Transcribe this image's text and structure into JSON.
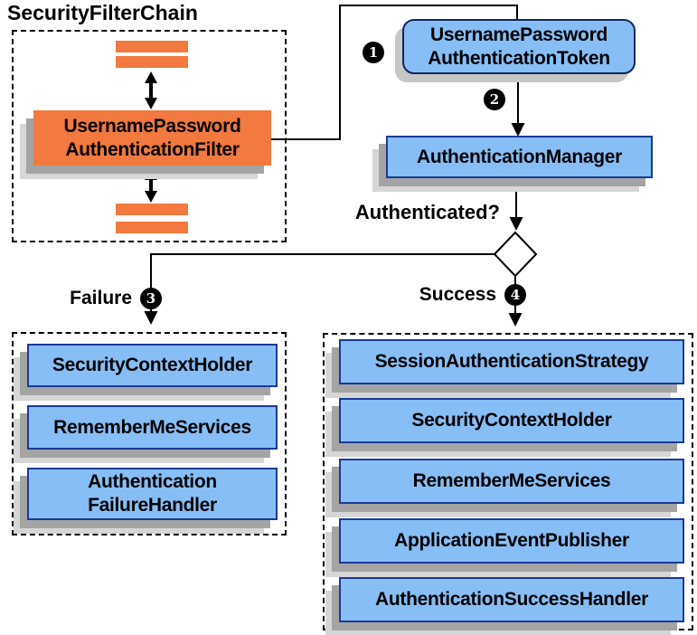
{
  "diagram": {
    "title": "SecurityFilterChain",
    "nodes": {
      "filter": {
        "label": "UsernamePassword AuthenticationFilter"
      },
      "token": {
        "label": "UsernamePassword AuthenticationToken"
      },
      "manager": {
        "label": "AuthenticationManager"
      }
    },
    "decision": {
      "label": "Authenticated?"
    },
    "steps": {
      "1": "1",
      "2": "2",
      "3": "3",
      "4": "4"
    },
    "failure": {
      "label": "Failure",
      "boxes": [
        "SecurityContextHolder",
        "RememberMeServices",
        "Authentication FailureHandler"
      ]
    },
    "success": {
      "label": "Success",
      "boxes": [
        "SessionAuthenticationStrategy",
        "SecurityContextHolder",
        "RememberMeServices",
        "ApplicationEventPublisher",
        "AuthenticationSuccessHandler"
      ]
    }
  },
  "colors": {
    "orange": "#F2793F",
    "blue": "#87BEF5",
    "navy": "#1A3A96",
    "token-border": "#10265A",
    "shadow-dark": "#A4A4A4",
    "shadow-light": "#D6D6D6",
    "token-shadow": "#C6C6C6",
    "ink": "#000000"
  }
}
